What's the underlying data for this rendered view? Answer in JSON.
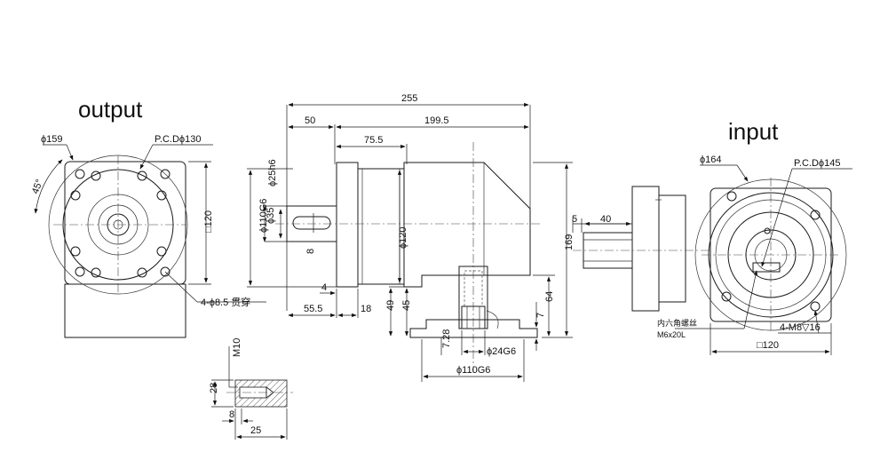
{
  "labels": {
    "output_title": "output",
    "input_title": "input"
  },
  "output_view": {
    "dia_159": "ϕ159",
    "pcd_130": "P.C.Dϕ130",
    "angle": "45°",
    "square_120": "□120",
    "holes": "4-ϕ8.5 贯穿"
  },
  "side_view": {
    "len_255": "255",
    "len_50": "50",
    "len_199_5": "199.5",
    "len_75_5": "75.5",
    "shaft_25": "ϕ25h6",
    "pilot_110": "ϕ110G6",
    "dia_35": "ϕ35",
    "key_8": "8",
    "dia_120": "ϕ120",
    "h_169": "169",
    "len_4": "4",
    "len_55_5": "55.5",
    "len_18": "18",
    "h_49": "49",
    "h_45": "45",
    "h_64": "64",
    "h_7": "7",
    "h_7_28": "7.28",
    "bore_24": "ϕ24G6",
    "pilot_110_bottom": "ϕ110G6"
  },
  "input_view": {
    "dia_164": "ϕ164",
    "pcd_145": "P.C.Dϕ145",
    "len_5": "5",
    "len_40": "40",
    "screw_note_1": "内六角螺丝",
    "screw_note_2": "M6x20L",
    "holes": "4-M8▽16",
    "square_120": "□120"
  },
  "detail_view": {
    "thread": "M10",
    "h_28": "28",
    "len_8": "8",
    "len_25": "25"
  }
}
